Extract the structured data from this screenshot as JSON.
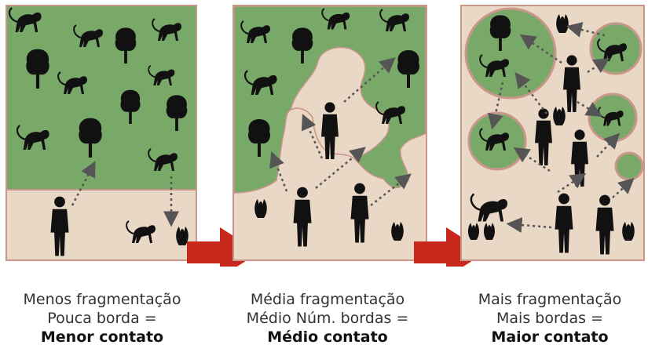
{
  "panels": [
    {
      "caption_line1": "Menos fragmentação",
      "caption_line2": "Pouca borda =",
      "caption_bold": "Menor contato"
    },
    {
      "caption_line1": "Média fragmentação",
      "caption_line2": "Médio Núm. bordas =",
      "caption_bold": "Médio contato"
    },
    {
      "caption_line1": "Mais fragmentação",
      "caption_line2": "Mais bordas =",
      "caption_bold": "Maior contato"
    }
  ],
  "colors": {
    "forest": "#79a968",
    "clearing": "#ead8c6",
    "border": "#c8968a",
    "arrow": "#c8271c",
    "silhouette": "#111111"
  },
  "icons": [
    "tree-icon",
    "monkey-icon",
    "person-icon",
    "corn-icon",
    "dotted-arrow"
  ]
}
